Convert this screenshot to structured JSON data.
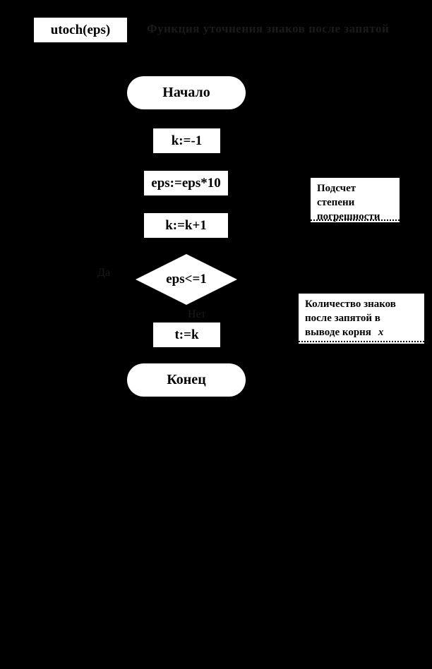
{
  "page": {
    "background_color": "#000000",
    "shape_fill_color": "#ffffff",
    "dim_text_color": "#1b1b1b"
  },
  "header": {
    "function_box_label": "utoch(eps)",
    "title": "Функция уточнения знаков после запятой"
  },
  "flowchart": {
    "start_label": "Начало",
    "assign_k_init": "k:=-1",
    "assign_eps": "eps:=eps*10",
    "assign_k_inc": "k:=k+1",
    "decision": "eps<=1",
    "branch_yes": "Да",
    "branch_no": "Нет",
    "assign_t": "t:=k",
    "end_label": "Конец"
  },
  "comments": {
    "error_degree": {
      "lines": [
        "Подсчет",
        "степени",
        "погрешности"
      ]
    },
    "digits_after_comma": {
      "lines": [
        "Количество знаков",
        "после запятой в",
        "выводе корня"
      ],
      "variable": "x"
    }
  }
}
